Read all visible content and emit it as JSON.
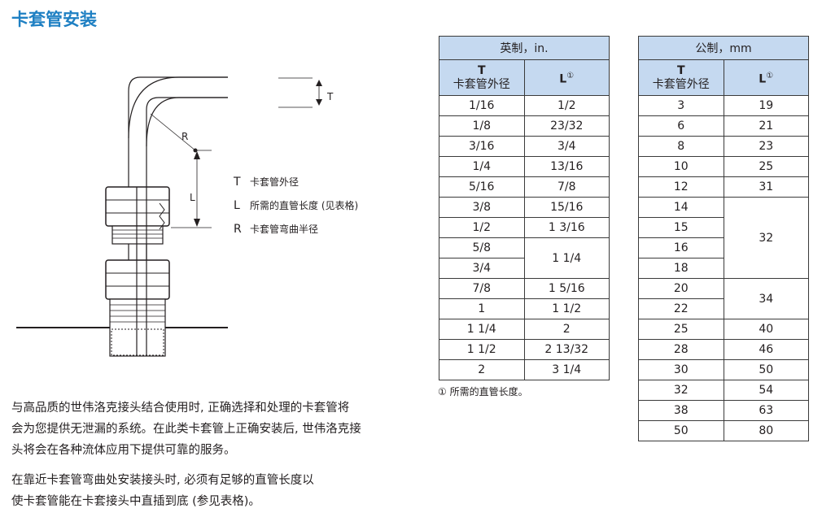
{
  "title": "卡套管安装",
  "legend": [
    {
      "symbol": "T",
      "text": "卡套管外径"
    },
    {
      "symbol": "L",
      "text": "所需的直管长度 (见表格)"
    },
    {
      "symbol": "R",
      "text": "卡套管弯曲半径"
    }
  ],
  "diagram_labels": {
    "t": "T",
    "r": "R",
    "l": "L"
  },
  "paragraphs": [
    [
      "与高品质的世伟洛克接头结合使用时, 正确选择和处理的卡套管将",
      "会为您提供无泄漏的系统。在此类卡套管上正确安装后, 世伟洛克接",
      "头将会在各种流体应用下提供可靠的服务。"
    ],
    [
      "在靠近卡套管弯曲处安装接头时, 必须有足够的直管长度以",
      "使卡套管能在卡套接头中直插到底 (参见表格)。"
    ]
  ],
  "imperial": {
    "header": "英制，in.",
    "col_t_symbol": "T",
    "col_t_label": "卡套管外径",
    "col_l": "L",
    "col_l_note": "①",
    "rows": [
      {
        "t": "1/16",
        "l": "1/2"
      },
      {
        "t": "1/8",
        "l": "23/32"
      },
      {
        "t": "3/16",
        "l": "3/4"
      },
      {
        "t": "1/4",
        "l": "13/16"
      },
      {
        "t": "5/16",
        "l": "7/8"
      },
      {
        "t": "3/8",
        "l": "15/16"
      },
      {
        "t": "1/2",
        "l": "1 3/16"
      },
      {
        "t": "5/8",
        "l": "1 1/4"
      },
      {
        "t": "3/4",
        "l": ""
      },
      {
        "t": "7/8",
        "l": "1 5/16"
      },
      {
        "t": "1",
        "l": "1 1/2"
      },
      {
        "t": "1 1/4",
        "l": "2"
      },
      {
        "t": "1 1/2",
        "l": "2 13/32"
      },
      {
        "t": "2",
        "l": "3 1/4"
      }
    ]
  },
  "metric": {
    "header": "公制，mm",
    "col_t_symbol": "T",
    "col_t_label": "卡套管外径",
    "col_l": "L",
    "col_l_note": "①",
    "rows": [
      {
        "t": "3",
        "l": "19"
      },
      {
        "t": "6",
        "l": "21"
      },
      {
        "t": "8",
        "l": "23"
      },
      {
        "t": "10",
        "l": "25"
      },
      {
        "t": "12",
        "l": "31"
      },
      {
        "t": "14",
        "l": "32"
      },
      {
        "t": "15",
        "l": ""
      },
      {
        "t": "16",
        "l": ""
      },
      {
        "t": "18",
        "l": ""
      },
      {
        "t": "20",
        "l": "34"
      },
      {
        "t": "22",
        "l": ""
      },
      {
        "t": "25",
        "l": "40"
      },
      {
        "t": "28",
        "l": "46"
      },
      {
        "t": "30",
        "l": "50"
      },
      {
        "t": "32",
        "l": "54"
      },
      {
        "t": "38",
        "l": "63"
      },
      {
        "t": "50",
        "l": "80"
      }
    ]
  },
  "footnote": "① 所需的直管长度。",
  "colors": {
    "title": "#1f80c3",
    "header_bg": "#c5d9f0"
  }
}
